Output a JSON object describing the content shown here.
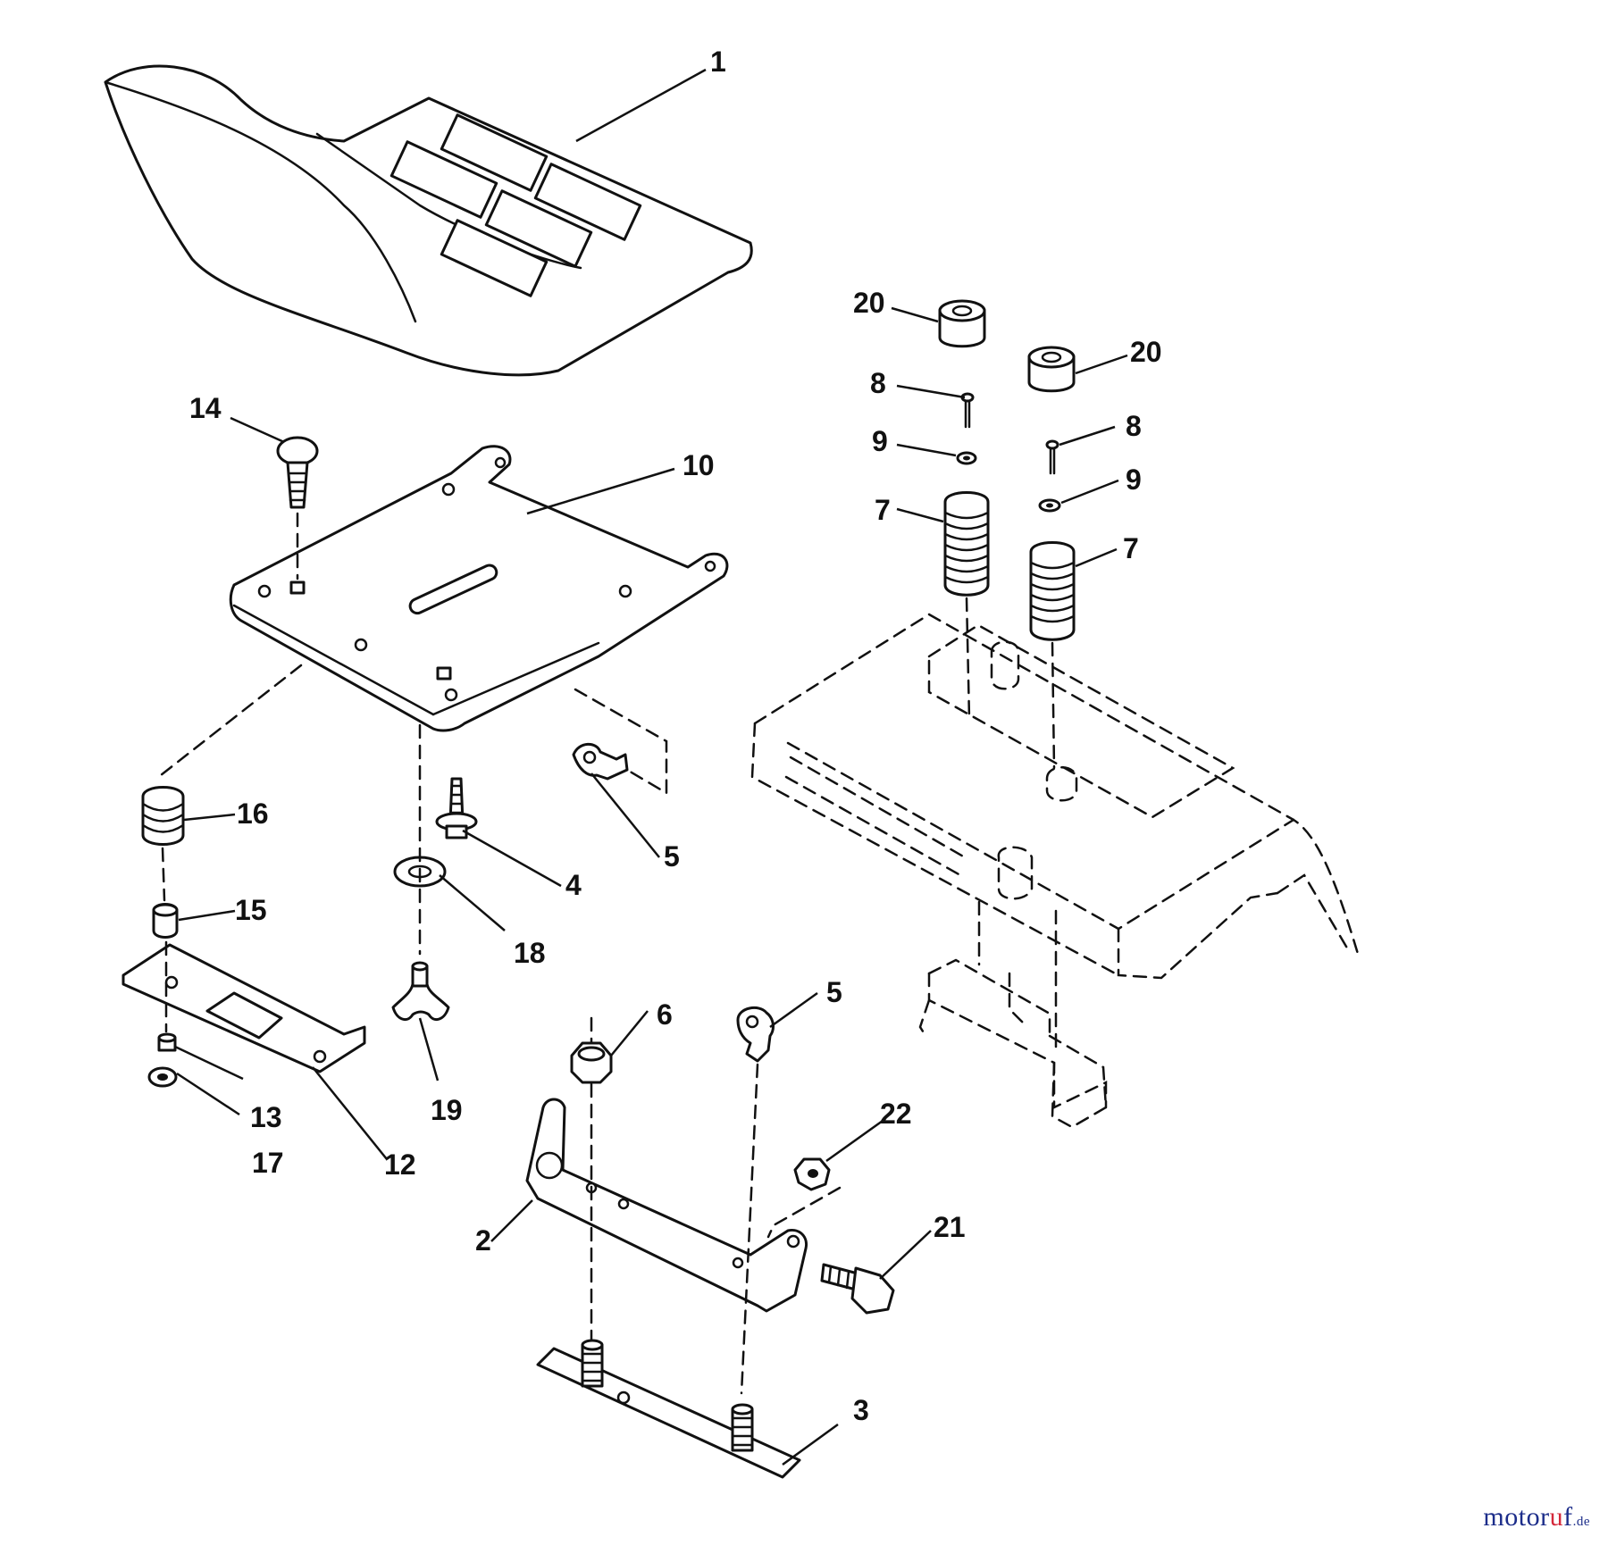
{
  "diagram": {
    "callouts": [
      "1",
      "2",
      "3",
      "4",
      "5",
      "5",
      "6",
      "7",
      "7",
      "8",
      "8",
      "9",
      "9",
      "10",
      "12",
      "13",
      "14",
      "15",
      "16",
      "17",
      "18",
      "19",
      "20",
      "20",
      "21",
      "22"
    ]
  },
  "watermark": {
    "main": "motor",
    "accent": "u",
    "end": "f",
    "tld": ".de"
  },
  "colors": {
    "line": "#111111",
    "background": "#ffffff",
    "watermark_blue": "#1c2d8a",
    "watermark_red": "#d4283a"
  }
}
